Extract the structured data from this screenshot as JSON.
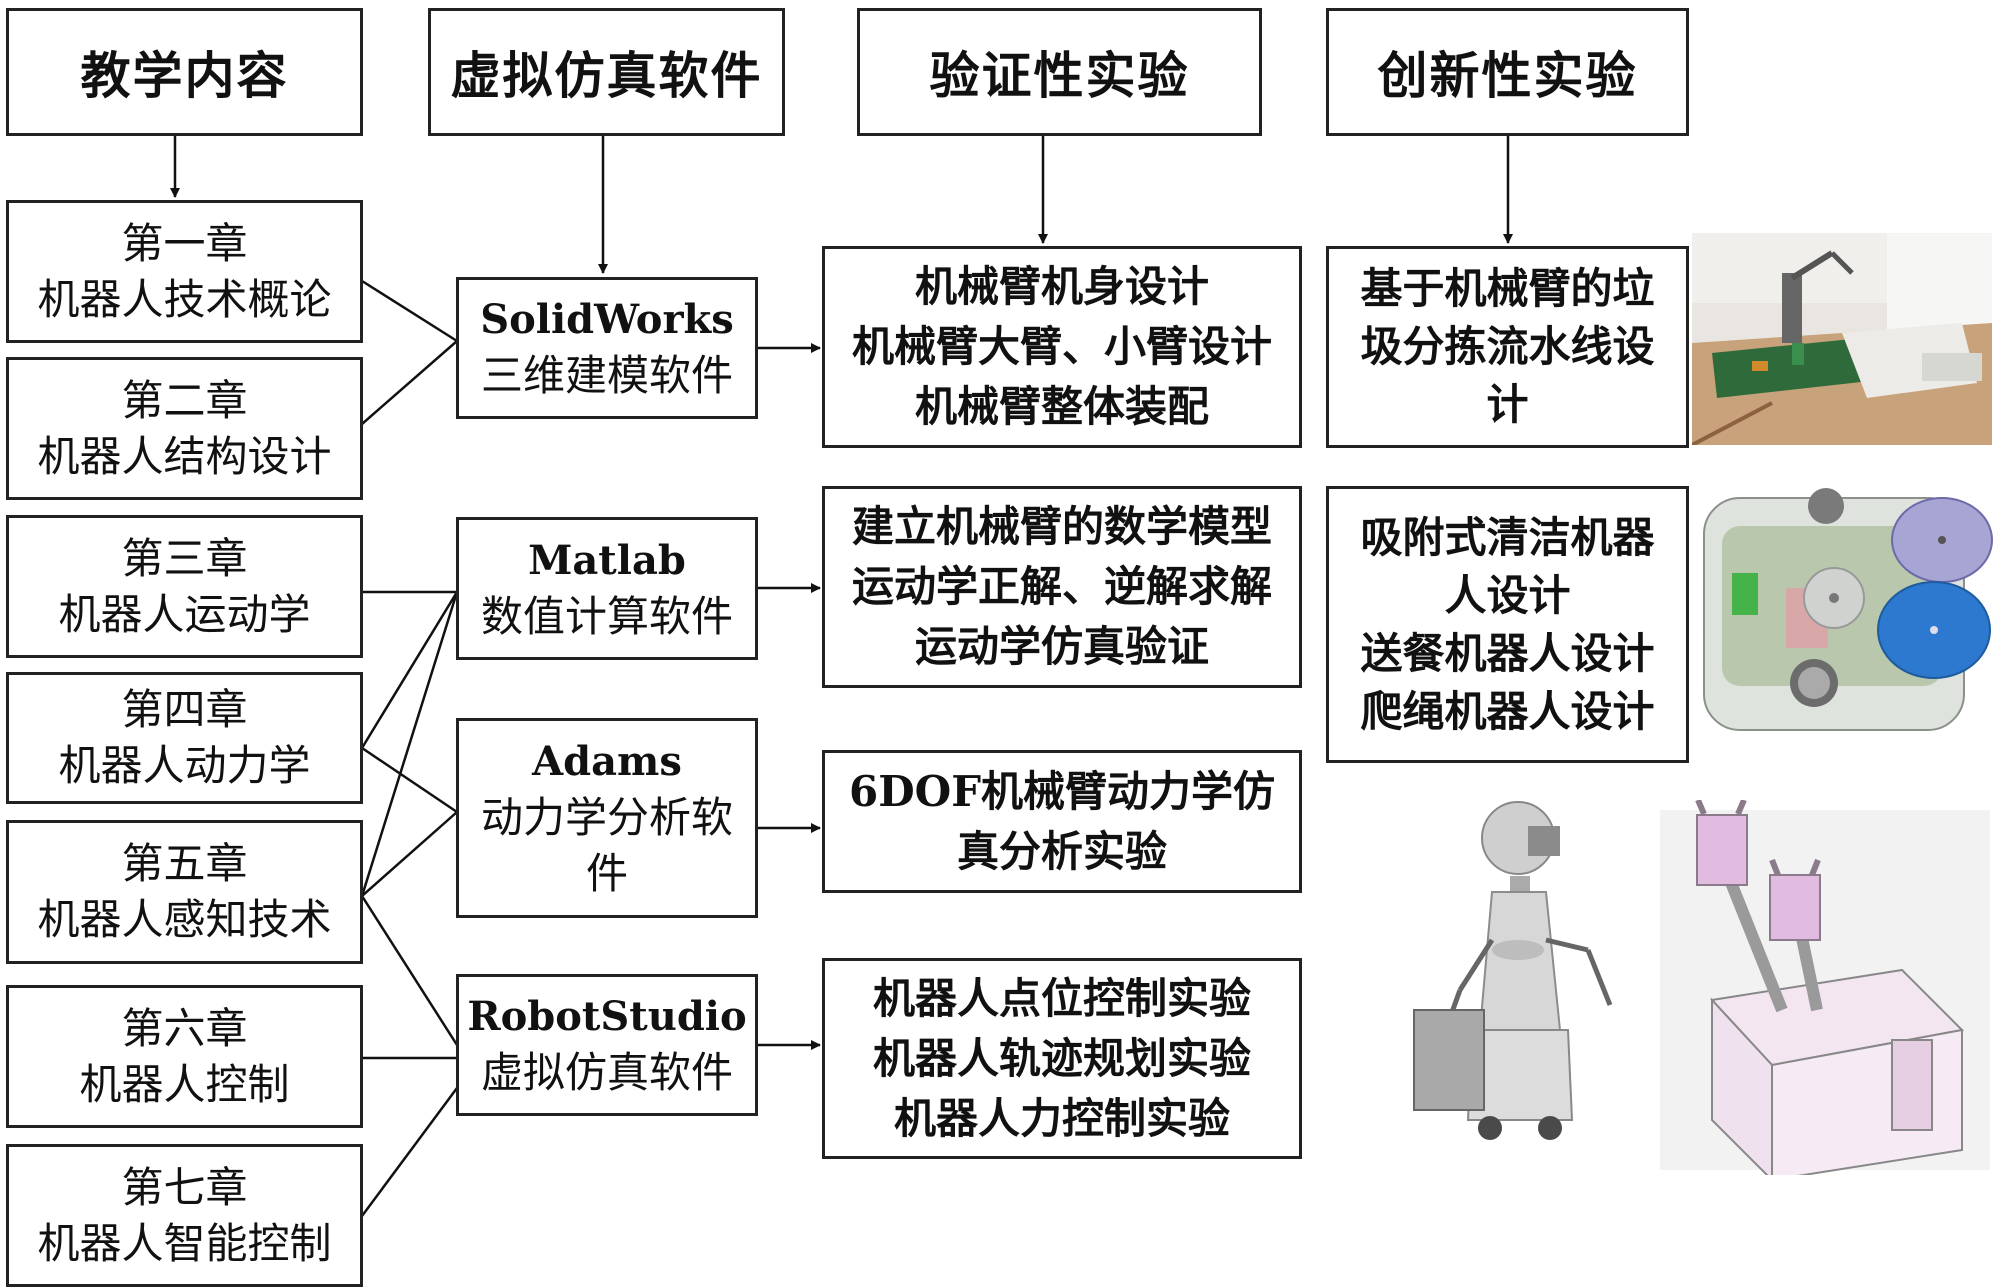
{
  "headers": {
    "teaching": "教学内容",
    "software": "虚拟仿真软件",
    "verify": "验证性实验",
    "innovate": "创新性实验"
  },
  "chapters": [
    {
      "num": "第一章",
      "title": "机器人技术概论"
    },
    {
      "num": "第二章",
      "title": "机器人结构设计"
    },
    {
      "num": "第三章",
      "title": "机器人运动学"
    },
    {
      "num": "第四章",
      "title": "机器人动力学"
    },
    {
      "num": "第五章",
      "title": "机器人感知技术"
    },
    {
      "num": "第六章",
      "title": "机器人控制"
    },
    {
      "num": "第七章",
      "title": "机器人智能控制"
    }
  ],
  "software": [
    {
      "name": "SolidWorks",
      "desc": "三维建模软件"
    },
    {
      "name": "Matlab",
      "desc": "数值计算软件"
    },
    {
      "name": "Adams",
      "desc1": "动力学分析软",
      "desc2": "件"
    },
    {
      "name": "RobotStudio",
      "desc": "虚拟仿真软件"
    }
  ],
  "experiments": [
    {
      "lines": [
        "机械臂机身设计",
        "机械臂大臂、小臂设计",
        "机械臂整体装配"
      ]
    },
    {
      "lines": [
        "建立机械臂的数学模型",
        "运动学正解、逆解求解",
        "运动学仿真验证"
      ]
    },
    {
      "lines": [
        "6DOF机械臂动力学仿",
        "真分析实验"
      ]
    },
    {
      "lines": [
        "机器人点位控制实验",
        "机器人轨迹规划实验",
        "机器人力控制实验"
      ]
    }
  ],
  "innovations": [
    {
      "lines": [
        "基于机械臂的垃",
        "圾分拣流水线设",
        "计"
      ]
    },
    {
      "lines": [
        "吸附式清洁机器",
        "人设计",
        "送餐机器人设计",
        "爬绳机器人设计"
      ]
    }
  ],
  "colors": {
    "line": "#111111",
    "border": "#222222"
  }
}
